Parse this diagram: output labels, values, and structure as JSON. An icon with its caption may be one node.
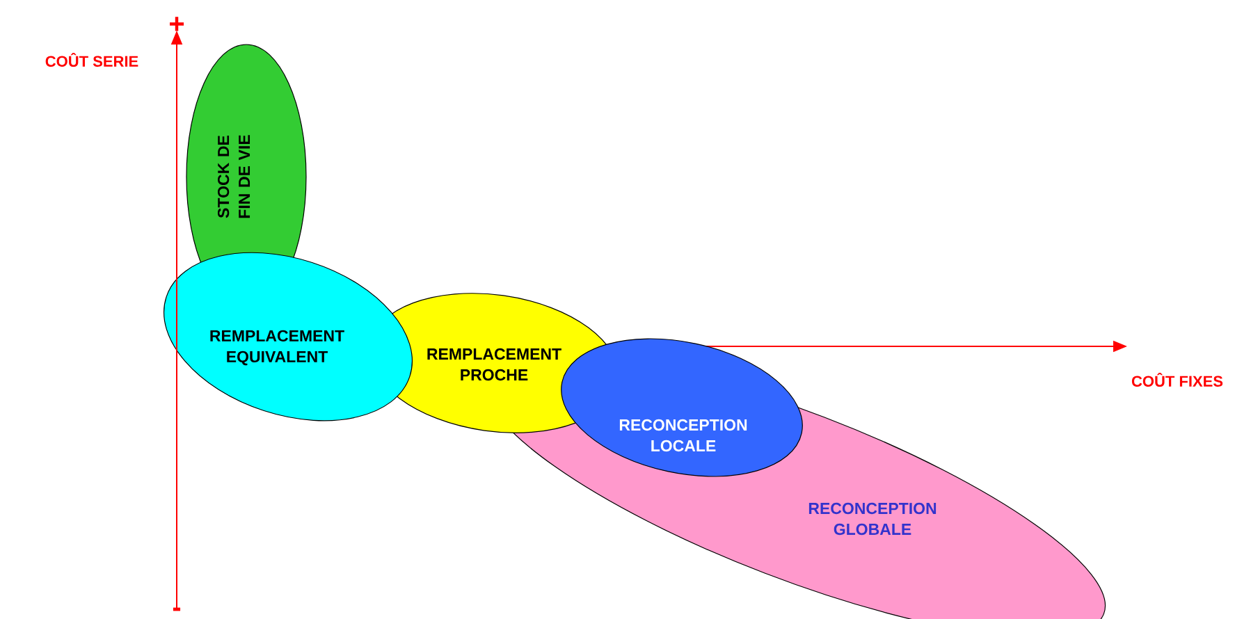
{
  "diagram": {
    "nodes": [
      {
        "text": [
          "STOCK DE FIN DE VIE"
        ]
      },
      {
        "text": [
          "REMPLACEMENT EQUIVALENT"
        ]
      },
      {
        "text": [
          "REMPLACEMENT PROCHE"
        ]
      },
      {
        "text": [
          "RECONCEPTION LOCALE"
        ]
      },
      {
        "text": [
          "RECONCEPTION GLOBALE"
        ]
      }
    ],
    "labels": [
      "+",
      "COÛT SERIE",
      "COÛT FIXES",
      "-"
    ]
  }
}
